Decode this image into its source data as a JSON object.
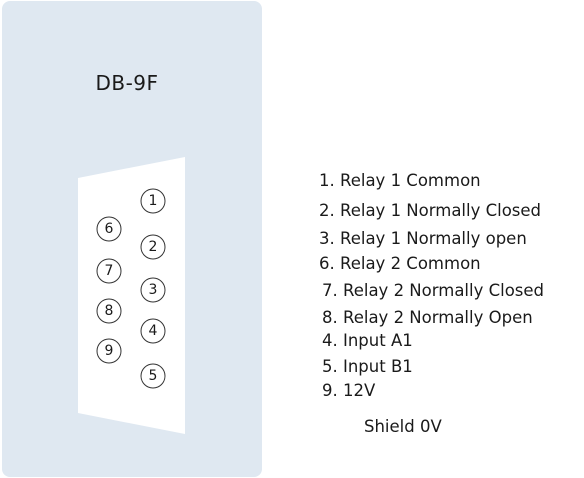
{
  "connector": {
    "title": "DB-9F",
    "pins": [
      "1",
      "2",
      "3",
      "4",
      "5",
      "6",
      "7",
      "8",
      "9"
    ]
  },
  "legend": [
    "1. Relay 1 Common",
    "2. Relay 1 Normally Closed",
    "3. Relay 1 Normally open",
    "6. Relay 2 Common",
    "7. Relay 2 Normally Closed",
    "8. Relay 2 Normally Open",
    "4. Input A1",
    "5. Input B1",
    "9. 12V"
  ],
  "shield_note": "Shield 0V",
  "colors": {
    "panel": "#dfe8f1",
    "connector_face": "#ffffff",
    "pin_ring": "#333333"
  }
}
